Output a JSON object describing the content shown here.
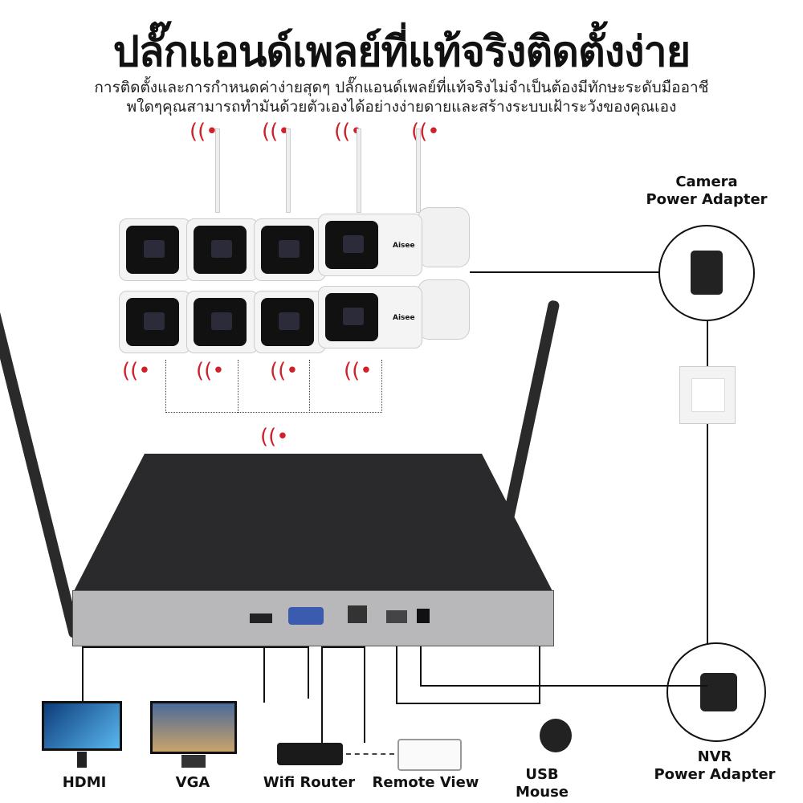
{
  "header": {
    "title": "ปลั๊กแอนด์เพลย์ที่แท้จริงติดตั้งง่าย",
    "subtitle_line1": "การติดตั้งและการกำหนดค่าง่ายสุดๆ ปลั๊กแอนด์เพลย์ที่แท้จริงไม่จำเป็นต้องมีทักษะระดับมืออาชี",
    "subtitle_line2": "พใดๆคุณสามารถทำมันด้วยตัวเองได้อย่างง่ายดายและสร้างระบบเฝ้าระวังของคุณเอง"
  },
  "labels": {
    "camera_adapter_1": "Camera",
    "camera_adapter_2": "Power Adapter",
    "nvr_adapter_1": "NVR",
    "nvr_adapter_2": "Power Adapter",
    "hdmi": "HDMI",
    "vga": "VGA",
    "router": "Wifi Router",
    "remote": "Remote View",
    "usb_1": "USB",
    "usb_2": "Mouse"
  },
  "brand": "Aisee",
  "colors": {
    "wifi": "#d0202a",
    "nvr": "#2a2a2c"
  }
}
